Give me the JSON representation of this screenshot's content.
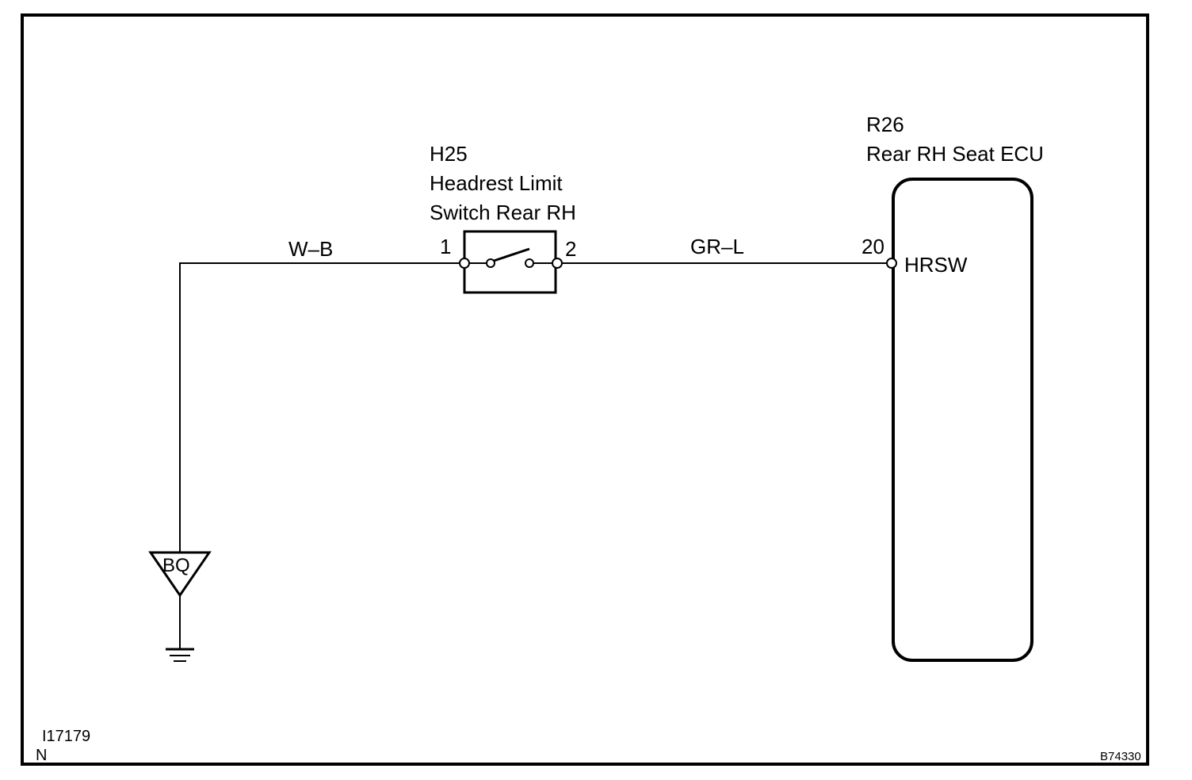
{
  "switch": {
    "code": "H25",
    "name_line1": "Headrest Limit",
    "name_line2": "Switch Rear RH",
    "pin_left": "1",
    "pin_right": "2"
  },
  "ecu": {
    "code": "R26",
    "name": "Rear RH Seat ECU",
    "pin": "20",
    "terminal": "HRSW"
  },
  "wires": {
    "ground_to_switch": "W–B",
    "switch_to_ecu": "GR–L"
  },
  "ground": {
    "point": "BQ"
  },
  "footer": {
    "figure_id": "I17179",
    "note": "N",
    "ref_code": "B74330"
  }
}
